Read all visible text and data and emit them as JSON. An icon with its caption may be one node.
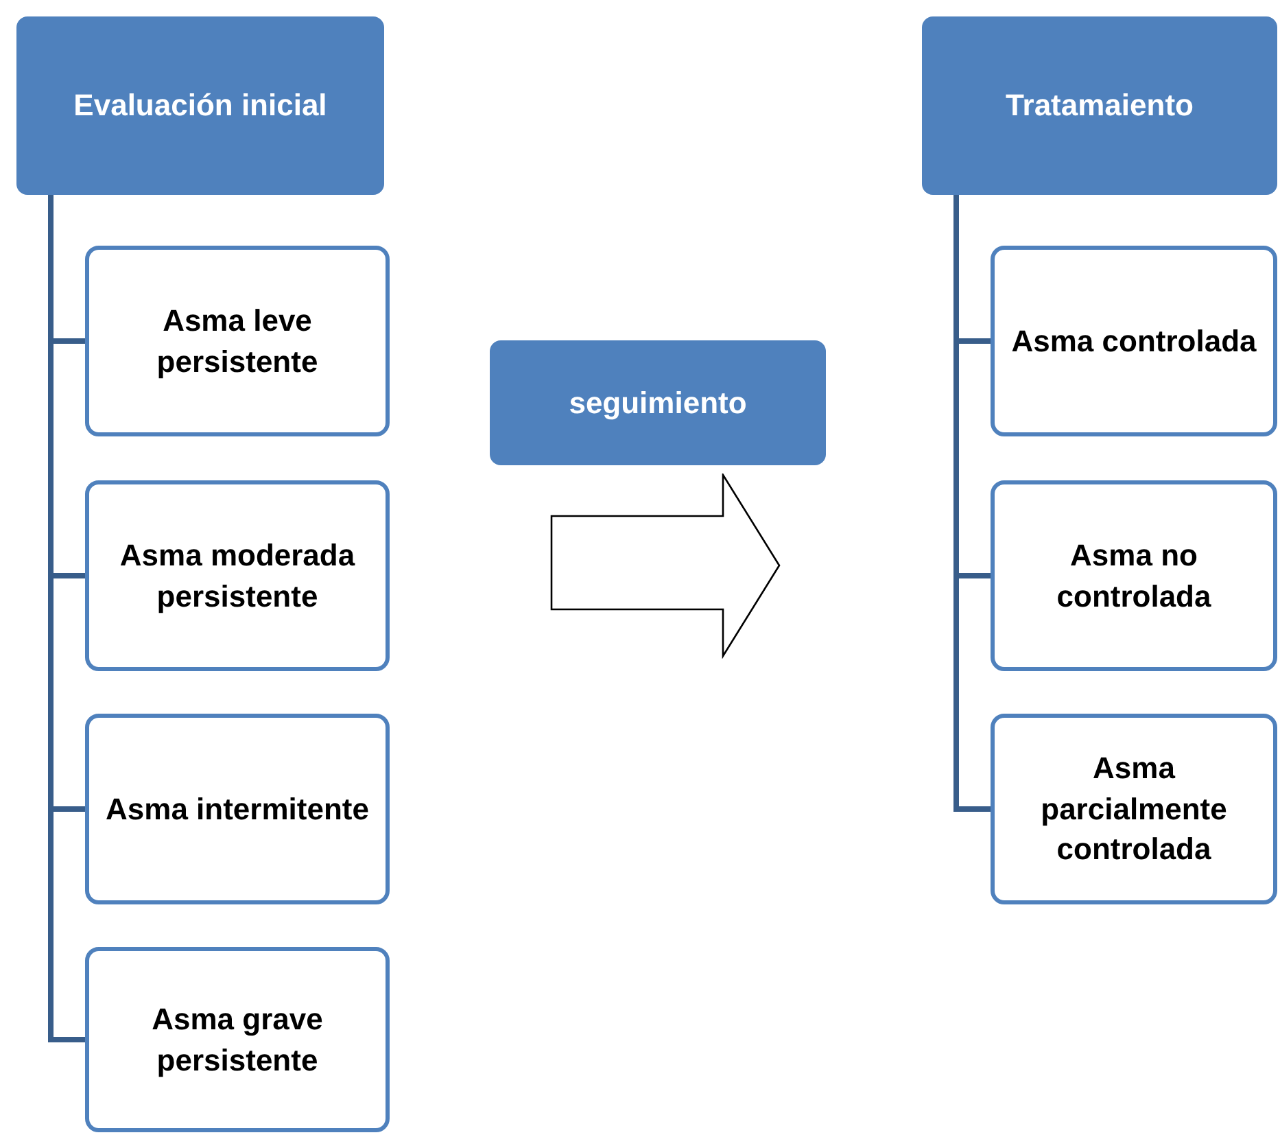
{
  "diagram": {
    "nodes": [
      {
        "text": [
          "Evaluación inicial"
        ]
      },
      {
        "text": [
          "Asma leve persistente"
        ]
      },
      {
        "text": [
          "Asma moderada persistente"
        ]
      },
      {
        "text": [
          "Asma intermitente"
        ]
      },
      {
        "text": [
          "Asma grave persistente"
        ]
      },
      {
        "text": [
          "seguimiento"
        ]
      },
      {
        "text": [],
        "shape": "arrow"
      },
      {
        "text": [
          "Tratamaiento"
        ]
      },
      {
        "text": [
          "Asma controlada"
        ]
      },
      {
        "text": [
          "Asma no controlada"
        ]
      },
      {
        "text": [
          "Asma parcialmente controlada"
        ]
      }
    ],
    "edges": [
      {
        "from": 0,
        "to": 1,
        "arrow": "none"
      },
      {
        "from": 0,
        "to": 2,
        "arrow": "none"
      },
      {
        "from": 0,
        "to": 3,
        "arrow": "none"
      },
      {
        "from": 0,
        "to": 4,
        "arrow": "none"
      },
      {
        "from": 7,
        "to": 8,
        "arrow": "none"
      },
      {
        "from": 7,
        "to": 9,
        "arrow": "none"
      },
      {
        "from": 7,
        "to": 10,
        "arrow": "none"
      }
    ]
  }
}
